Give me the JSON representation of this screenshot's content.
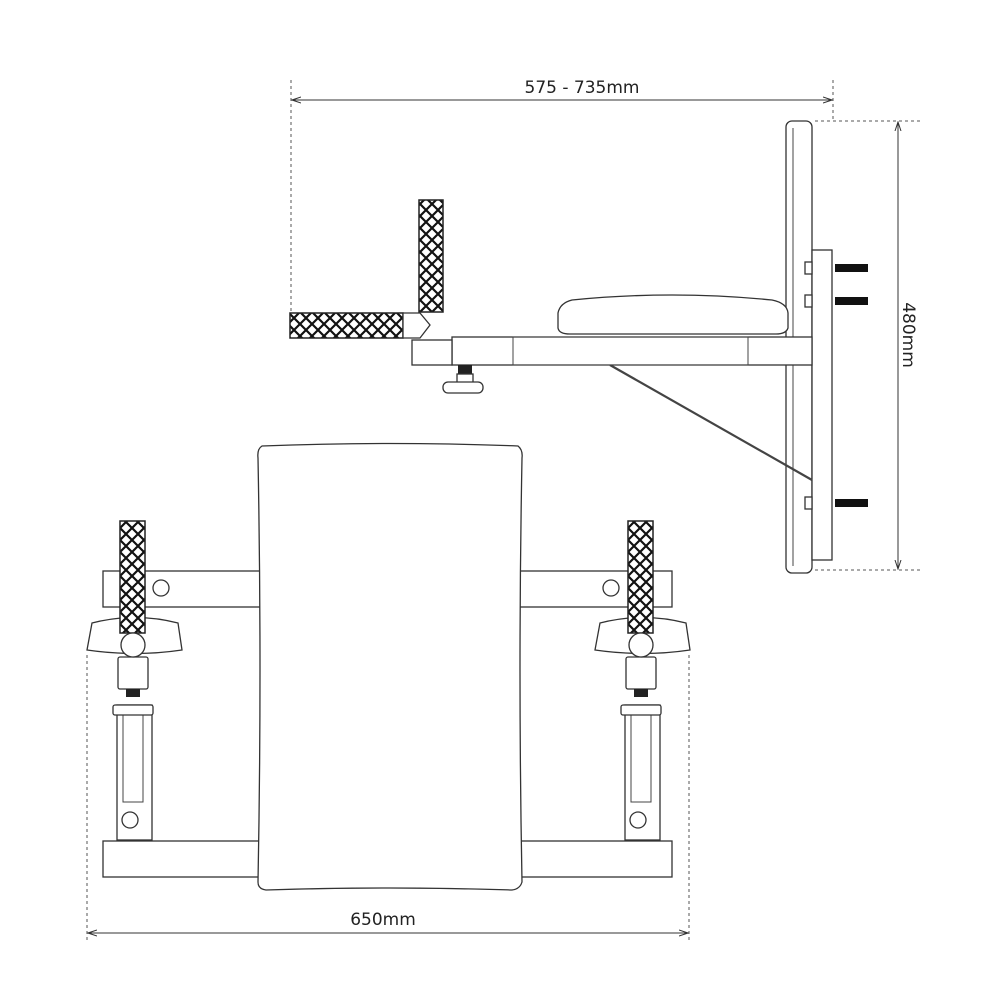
{
  "dimensions": {
    "arm_length": "575 - 735mm",
    "height": "480mm",
    "width": "650mm"
  }
}
